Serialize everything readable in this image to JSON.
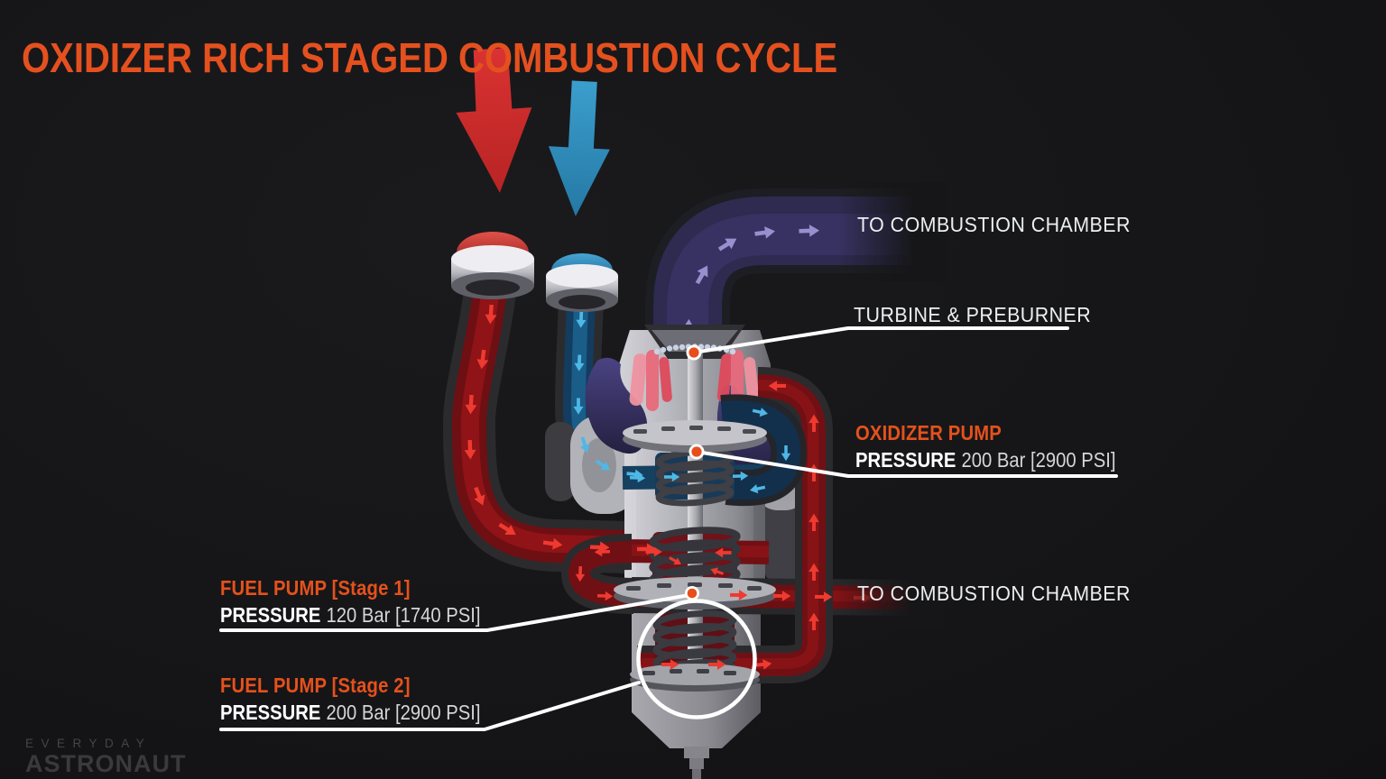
{
  "title": "OXIDIZER RICH STAGED COMBUSTION CYCLE",
  "colors": {
    "background": "#161618",
    "accent_orange": "#E5511C",
    "oxidizer_red": "#D13030",
    "fuel_blue": "#3094C4",
    "exhaust_purple": "#352F58",
    "callout_white": "#FFFFFF"
  },
  "callouts": {
    "to_combustion_chamber_top": {
      "label": "TO COMBUSTION CHAMBER"
    },
    "turbine_preburner": {
      "label": "TURBINE & PREBURNER"
    },
    "oxidizer_pump": {
      "title": "OXIDIZER PUMP",
      "pressure_label": "PRESSURE",
      "pressure_value": "200 Bar [2900 PSI]"
    },
    "fuel_pump_stage1": {
      "title": "FUEL PUMP [Stage 1]",
      "pressure_label": "PRESSURE",
      "pressure_value": "120 Bar [1740 PSI]"
    },
    "fuel_pump_stage2": {
      "title": "FUEL PUMP [Stage 2]",
      "pressure_label": "PRESSURE",
      "pressure_value": "200 Bar [2900 PSI]"
    },
    "to_combustion_chamber_bottom": {
      "label": "TO COMBUSTION CHAMBER"
    }
  },
  "logo": {
    "line1": "EVERYDAY",
    "line2": "ASTRONAUT"
  }
}
